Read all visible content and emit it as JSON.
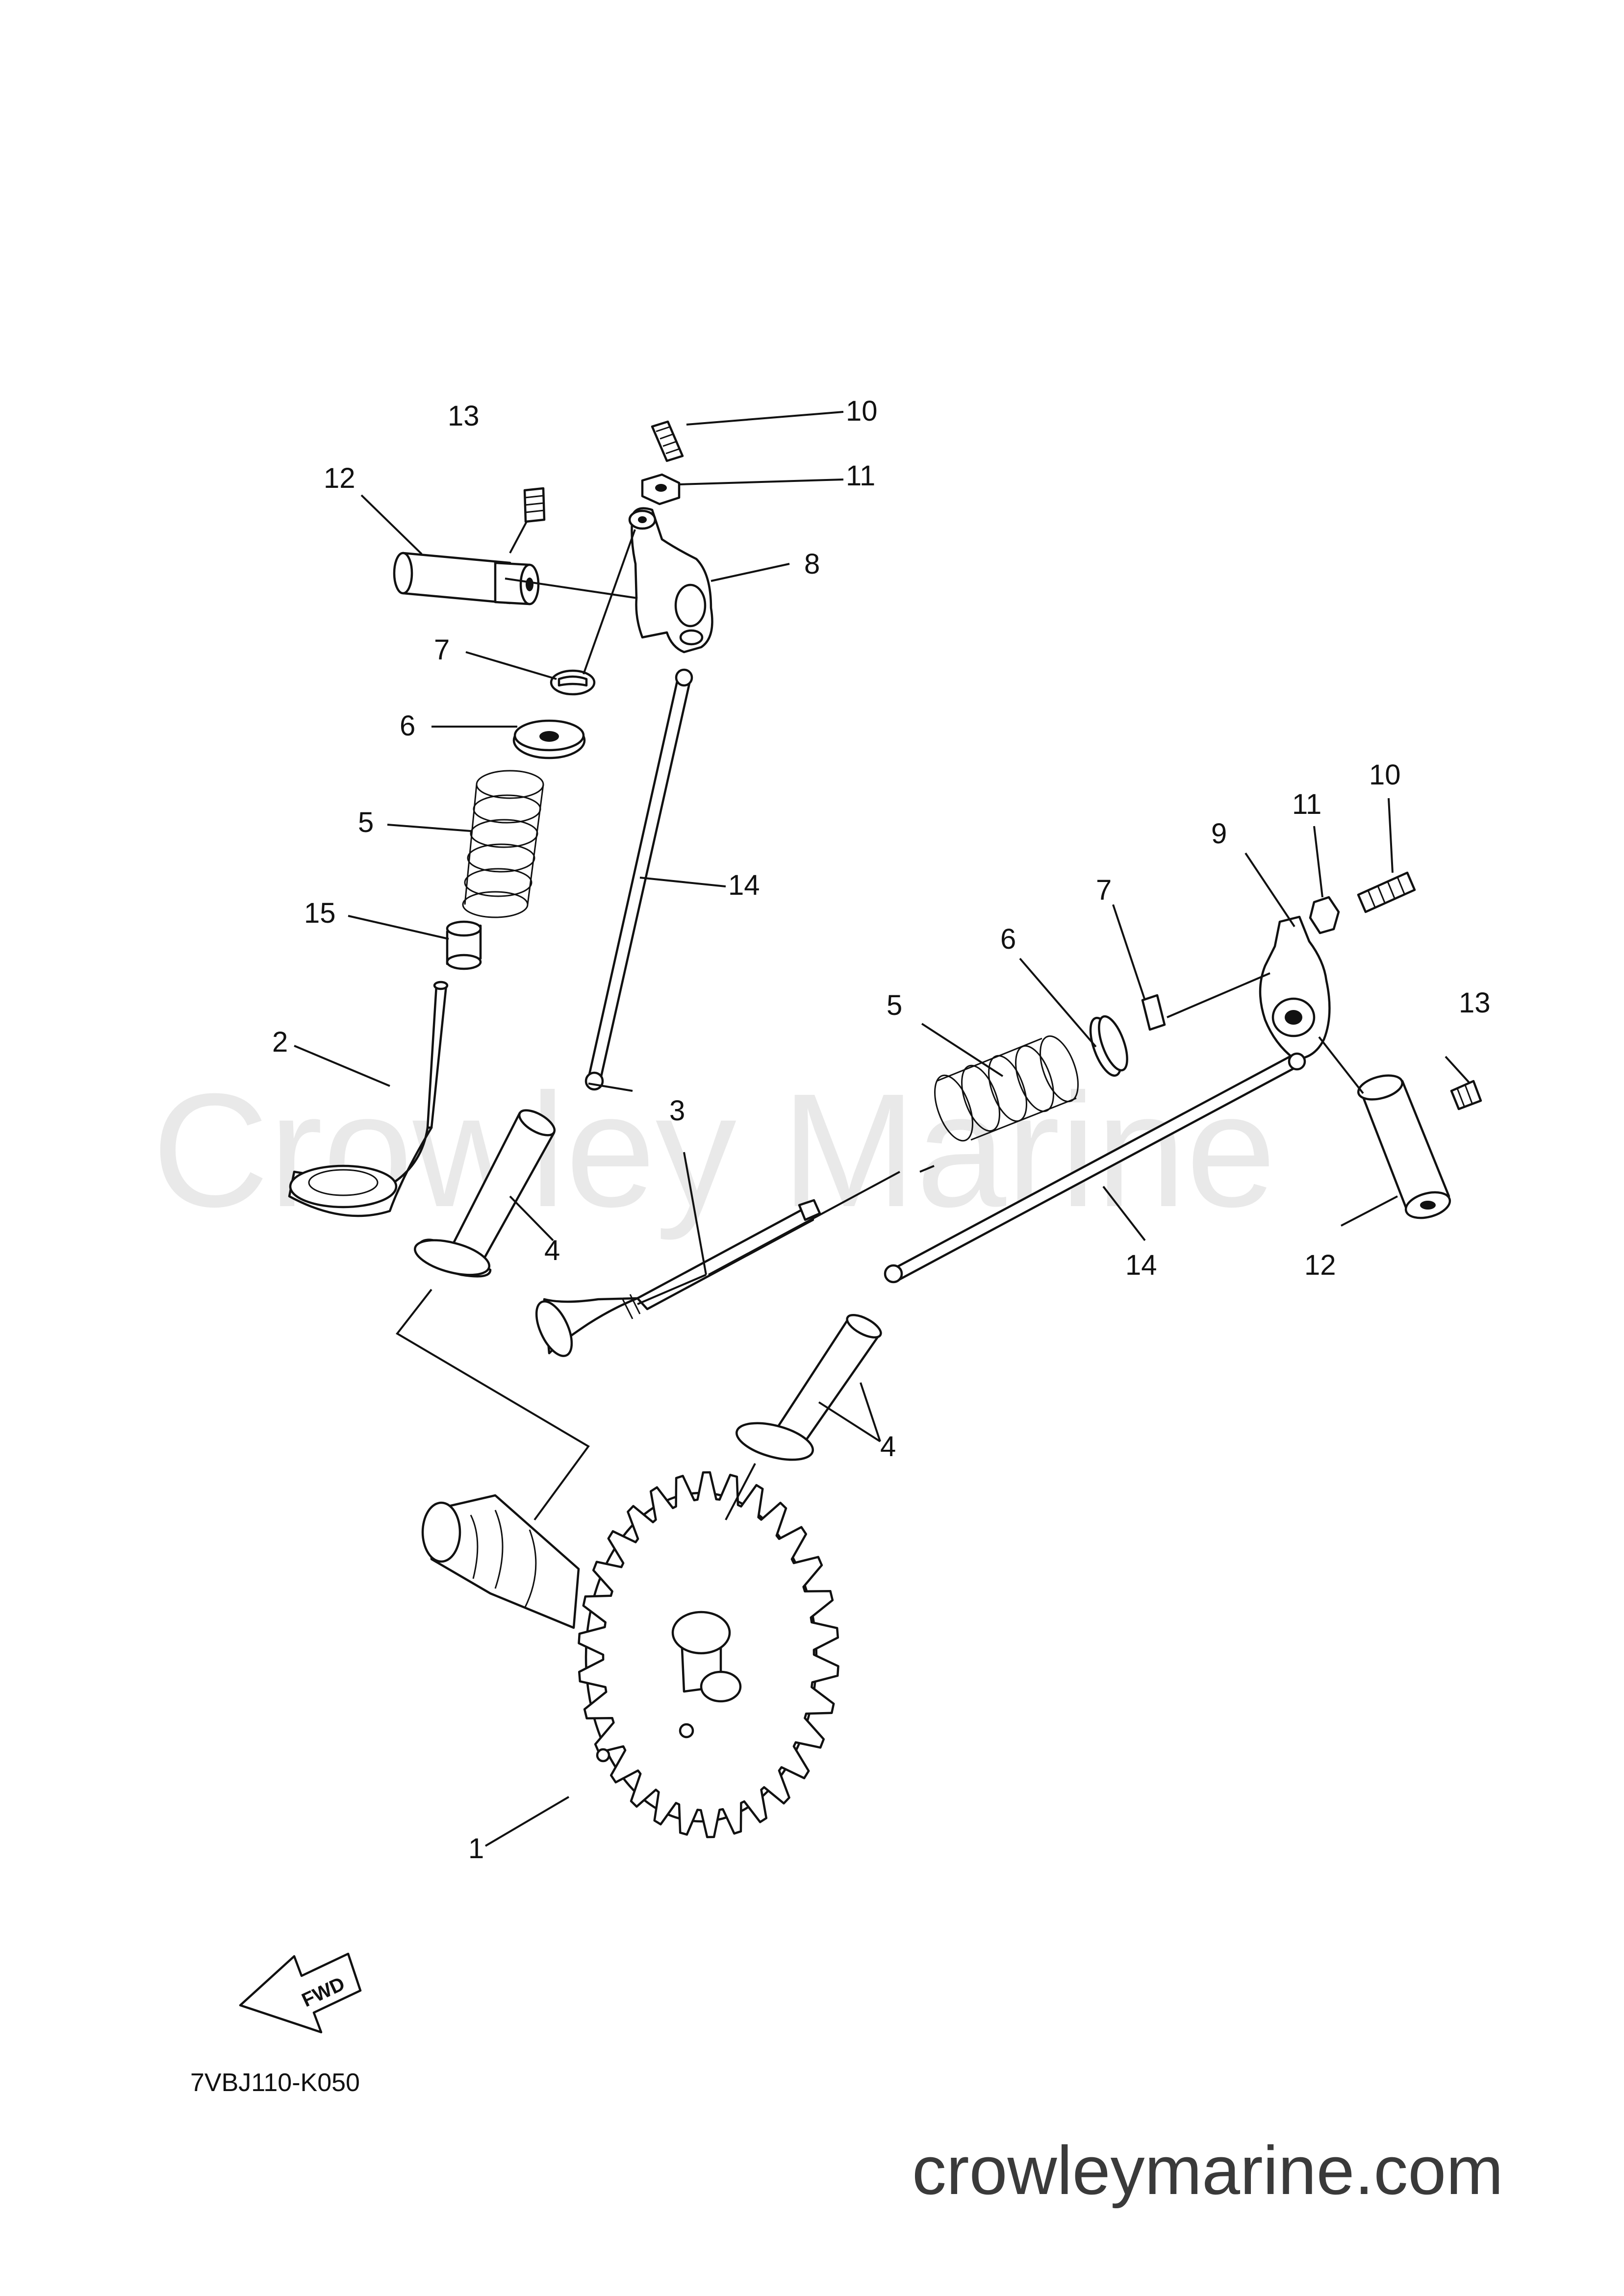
{
  "watermark": "Crowley Marine",
  "footer_site": "crowleymarine.com",
  "diagram_code": "7VBJ110-K050",
  "fwd_label": "FWD",
  "callouts": {
    "c1": "1",
    "c2": "2",
    "c3": "3",
    "c4a": "4",
    "c4b": "4",
    "c5a": "5",
    "c5b": "5",
    "c6a": "6",
    "c6b": "6",
    "c7a": "7",
    "c7b": "7",
    "c8": "8",
    "c9": "9",
    "c10a": "10",
    "c10b": "10",
    "c11a": "11",
    "c11b": "11",
    "c12a": "12",
    "c12b": "12",
    "c13a": "13",
    "c13b": "13",
    "c14a": "14",
    "c14b": "14",
    "c15": "15"
  }
}
